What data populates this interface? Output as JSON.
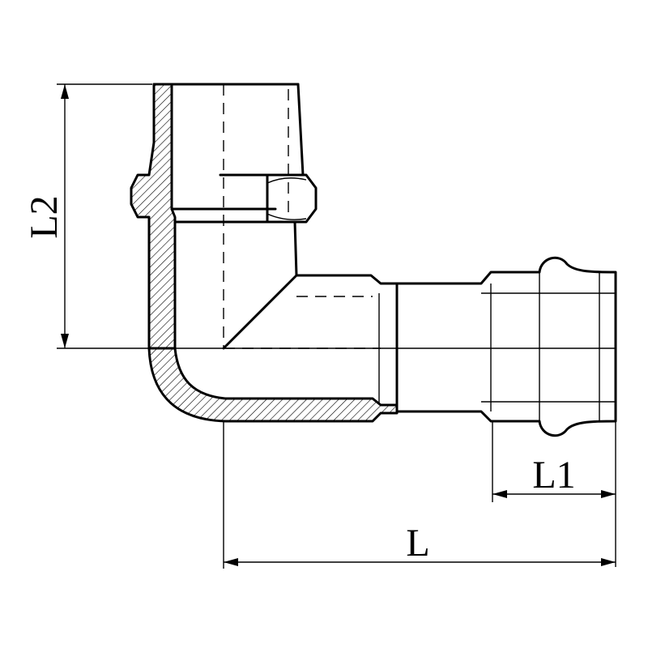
{
  "dimensions": {
    "height_label": "L2",
    "spigot_label": "L1",
    "length_label": "L"
  }
}
